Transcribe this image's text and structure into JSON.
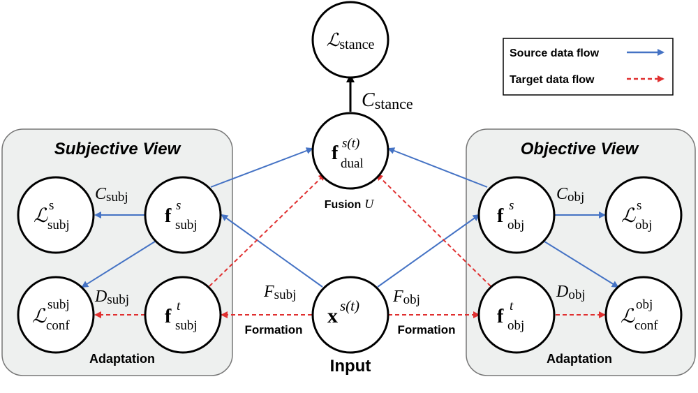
{
  "colors": {
    "source": "#4472c4",
    "target": "#e03030",
    "stance": "#000000",
    "panel_fill": "#eef0ef",
    "panel_stroke": "#777777",
    "node_stroke": "#000000"
  },
  "panels": {
    "subjective": {
      "title": "Subjective View",
      "caption": "Adaptation"
    },
    "objective": {
      "title": "Objective View",
      "caption": "Adaptation"
    }
  },
  "legend": {
    "source_label": "Source data flow",
    "target_label": "Target data flow"
  },
  "nodes": {
    "l_stance": {
      "script": "ℒ",
      "sub": "stance"
    },
    "f_dual": {
      "base": "f",
      "sup": "s(t)",
      "sub": "dual",
      "caption": "Fusion",
      "caption_var": "U"
    },
    "l_subj_s": {
      "script": "ℒ",
      "sup": "s",
      "sub": "subj"
    },
    "f_subj_s": {
      "base": "f",
      "sup": "s",
      "sub": "subj"
    },
    "l_subj_conf": {
      "script": "ℒ",
      "sup": "subj",
      "sub": "conf"
    },
    "f_subj_t": {
      "base": "f",
      "sup": "t",
      "sub": "subj"
    },
    "x_input": {
      "base": "x",
      "sup": "s(t)",
      "caption": "Input"
    },
    "f_obj_s": {
      "base": "f",
      "sup": "s",
      "sub": "obj"
    },
    "l_obj_s": {
      "script": "ℒ",
      "sup": "s",
      "sub": "obj"
    },
    "f_obj_t": {
      "base": "f",
      "sup": "t",
      "sub": "obj"
    },
    "l_obj_conf": {
      "script": "ℒ",
      "sup": "obj",
      "sub": "conf"
    }
  },
  "edge_labels": {
    "c_stance": {
      "var": "C",
      "sub": "stance"
    },
    "c_subj": {
      "var": "C",
      "sub": "subj"
    },
    "d_subj": {
      "var": "D",
      "sub": "subj"
    },
    "f_subj": {
      "var": "F",
      "sub": "subj"
    },
    "c_obj": {
      "var": "C",
      "sub": "obj"
    },
    "d_obj": {
      "var": "D",
      "sub": "obj"
    },
    "f_obj": {
      "var": "F",
      "sub": "obj"
    },
    "formation_left": "Formation",
    "formation_right": "Formation"
  }
}
